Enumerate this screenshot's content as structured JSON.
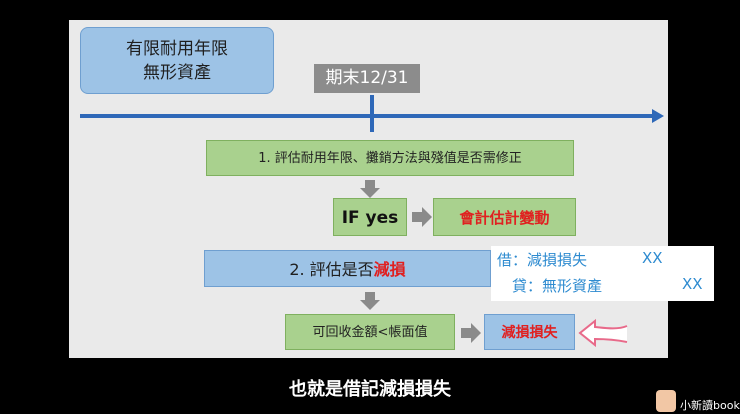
{
  "title": {
    "line1": "有限耐用年限",
    "line2": "無形資產"
  },
  "period": "期末12/31",
  "steps": {
    "step1": "1. 評估耐用年限、攤銷方法與殘值是否需修正",
    "if_yes": "IF yes",
    "estimate_change": "會計估計變動",
    "step2_prefix": "2. 評估是否",
    "step2_highlight": "減損",
    "step3": "可回收金額<帳面值",
    "impairment_loss": "減損損失"
  },
  "journal_entry": {
    "debit_label": "借：減損損失",
    "debit_amount": "XX",
    "credit_label": "貸：無形資產",
    "credit_amount": "XX"
  },
  "subtitle": "也就是借記減損損失",
  "brand": "小新讀book",
  "colors": {
    "blue": "#9dc3e6",
    "green": "#a9d18e",
    "accent_red": "#e02020",
    "timeline": "#2e68b8"
  }
}
